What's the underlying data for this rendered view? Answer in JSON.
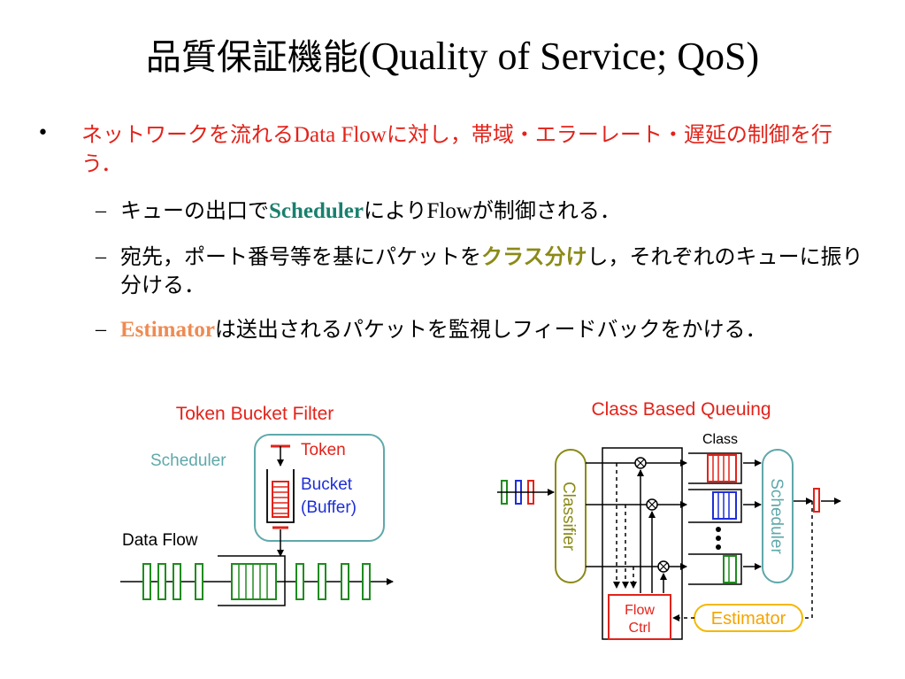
{
  "title": {
    "jp": "品質保証機能",
    "en": "(Quality of Service; QoS)"
  },
  "bullet1": {
    "marker": "•",
    "part1": "ネットワークを流れる",
    "part2": "Data Flow",
    "part3": "に対し，帯域・エラーレート・遅延の制御を行う．"
  },
  "sub1": {
    "dash": "–",
    "part1": "キューの出口で",
    "part2": "Scheduler",
    "part3": "により",
    "part4": "Flow",
    "part5": "が制御される．"
  },
  "sub2": {
    "dash": "–",
    "part1": "宛先，ポート番号等を基にパケットを",
    "part2": "クラス分け",
    "part3": "し，それぞれのキューに振り分ける．"
  },
  "sub3": {
    "dash": "–",
    "part1": "Estimator",
    "part2": "は送出されるパケットを監視しフィードバックをかける．"
  },
  "tbf": {
    "title": "Token Bucket Filter",
    "scheduler": "Scheduler",
    "token": "Token",
    "bucket": "Bucket",
    "buffer": "(Buffer)",
    "data_flow": "Data Flow"
  },
  "cbq": {
    "title": "Class Based Queuing",
    "class_label": "Class",
    "classifier": "Classifier",
    "scheduler": "Scheduler",
    "flow": "Flow",
    "ctrl": "Ctrl",
    "estimator": "Estimator"
  },
  "colors": {
    "red": "#e2231a",
    "teal": "#5fa8aa",
    "blue": "#1e2fd6",
    "green": "#1f8c1f",
    "olive": "#8b8a17",
    "orange": "#f39c12"
  }
}
